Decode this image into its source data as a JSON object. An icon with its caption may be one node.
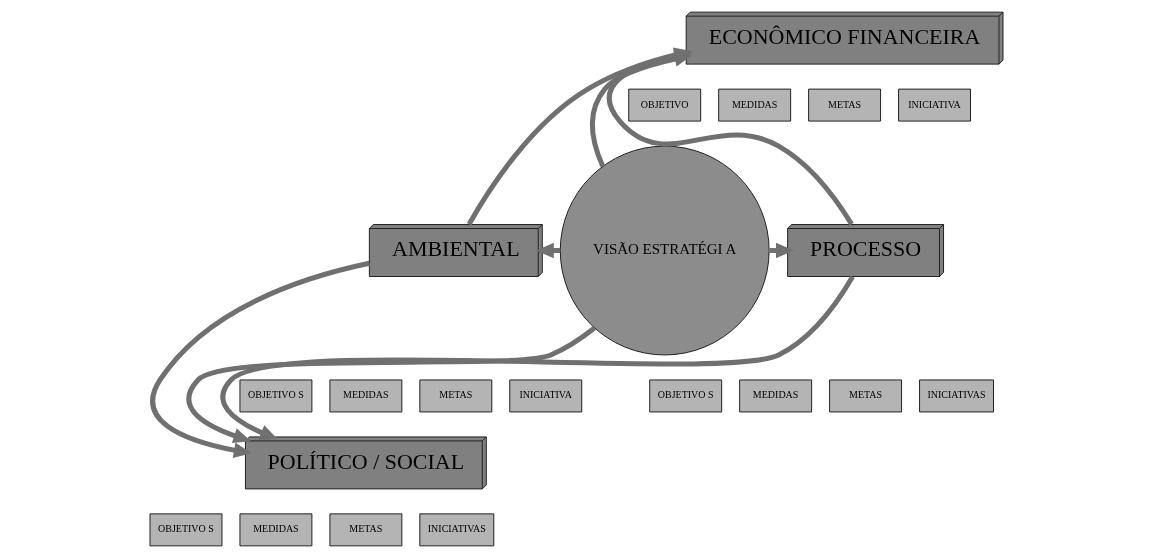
{
  "diagram": {
    "nodes": [
      {
        "text": [
          "ECONÔMICO FINANCEIRA"
        ]
      },
      {
        "text": [
          "OBJETIVO"
        ]
      },
      {
        "text": [
          "MEDIDAS"
        ]
      },
      {
        "text": [
          "METAS"
        ]
      },
      {
        "text": [
          "INICIATIVA"
        ]
      },
      {
        "text": [
          "AMBIENTAL"
        ]
      },
      {
        "text": [
          "OBJETIVO S"
        ]
      },
      {
        "text": [
          "MEDIDAS"
        ]
      },
      {
        "text": [
          "METAS"
        ]
      },
      {
        "text": [
          "INICIATIVA"
        ]
      },
      {
        "text": [
          "VISÃO ESTRATÉGI A"
        ]
      },
      {
        "text": [
          "PROCESSO"
        ]
      },
      {
        "text": [
          "OBJETIVO S"
        ]
      },
      {
        "text": [
          "MEDIDAS"
        ]
      },
      {
        "text": [
          "METAS"
        ]
      },
      {
        "text": [
          "INICIATIVAS"
        ]
      },
      {
        "text": [
          "POLÍTICO / SOCIAL"
        ]
      },
      {
        "text": [
          "OBJETIVO S"
        ]
      },
      {
        "text": [
          "MEDIDAS"
        ]
      },
      {
        "text": [
          "METAS"
        ]
      },
      {
        "text": [
          "INICIATIVAS"
        ]
      }
    ],
    "edges": [
      {
        "from": 5,
        "to": 0,
        "arrow": "to"
      },
      {
        "from": 11,
        "to": 0,
        "arrow": "to"
      },
      {
        "from": 10,
        "to": 0,
        "arrow": "to"
      },
      {
        "from": 10,
        "to": 5,
        "arrow": "to"
      },
      {
        "from": 10,
        "to": 11,
        "arrow": "to"
      },
      {
        "from": 10,
        "to": 16,
        "arrow": "to"
      },
      {
        "from": 5,
        "to": 16,
        "arrow": "to"
      },
      {
        "from": 11,
        "to": 16,
        "arrow": "to"
      }
    ]
  }
}
